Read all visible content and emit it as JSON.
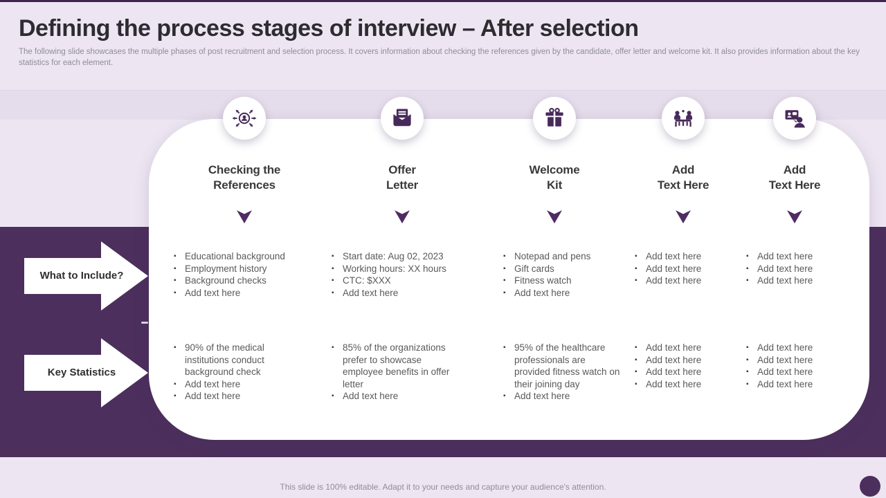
{
  "slide": {
    "title": "Defining the process stages of interview – After selection",
    "subtitle": "The following slide showcases the multiple phases of post recruitment and selection process. It covers information about checking the references given by the candidate, offer letter and welcome kit. It also provides information about the key statistics for each element.",
    "footer": "This slide is 100% editable. Adapt it to your needs and capture your audience's attention."
  },
  "rows": [
    {
      "label": "What to Include?"
    },
    {
      "label": "Key Statistics"
    }
  ],
  "columns": [
    {
      "icon": "referral-network-icon",
      "title_lines": [
        "Checking the",
        "References"
      ],
      "include": [
        "Educational background",
        "Employment history",
        "Background checks",
        "Add text here"
      ],
      "stats": [
        "90% of the medical institutions conduct background check",
        "Add text here",
        "Add text here"
      ]
    },
    {
      "icon": "open-envelope-icon",
      "title_lines": [
        "Offer",
        "Letter"
      ],
      "include": [
        "Start date: Aug 02, 2023",
        "Working hours: XX hours",
        "CTC: $XXX",
        "Add text here"
      ],
      "stats": [
        "85% of the organizations prefer to showcase employee benefits in offer letter",
        "Add text here"
      ]
    },
    {
      "icon": "gift-box-icon",
      "title_lines": [
        "Welcome",
        "Kit"
      ],
      "include": [
        "Notepad and pens",
        "Gift cards",
        "Fitness watch",
        "Add text here"
      ],
      "stats": [
        "95% of the healthcare professionals are provided fitness watch on their joining day",
        "Add text here"
      ]
    },
    {
      "icon": "meeting-table-icon",
      "title_lines": [
        "Add",
        "Text Here"
      ],
      "include": [
        "Add text here",
        "Add text here",
        "Add text here"
      ],
      "stats": [
        "Add text here",
        "Add text here",
        "Add text here",
        "Add text here"
      ]
    },
    {
      "icon": "video-presentation-icon",
      "title_lines": [
        "Add",
        "Text Here"
      ],
      "include": [
        "Add text here",
        "Add text here",
        "Add text here"
      ],
      "stats": [
        "Add text here",
        "Add text here",
        "Add text here",
        "Add text here"
      ]
    }
  ],
  "colors": {
    "background": "#ede6f2",
    "band": "#4c2f5d",
    "icon": "#472a5a",
    "accent_arrow": "#4f2b63"
  }
}
